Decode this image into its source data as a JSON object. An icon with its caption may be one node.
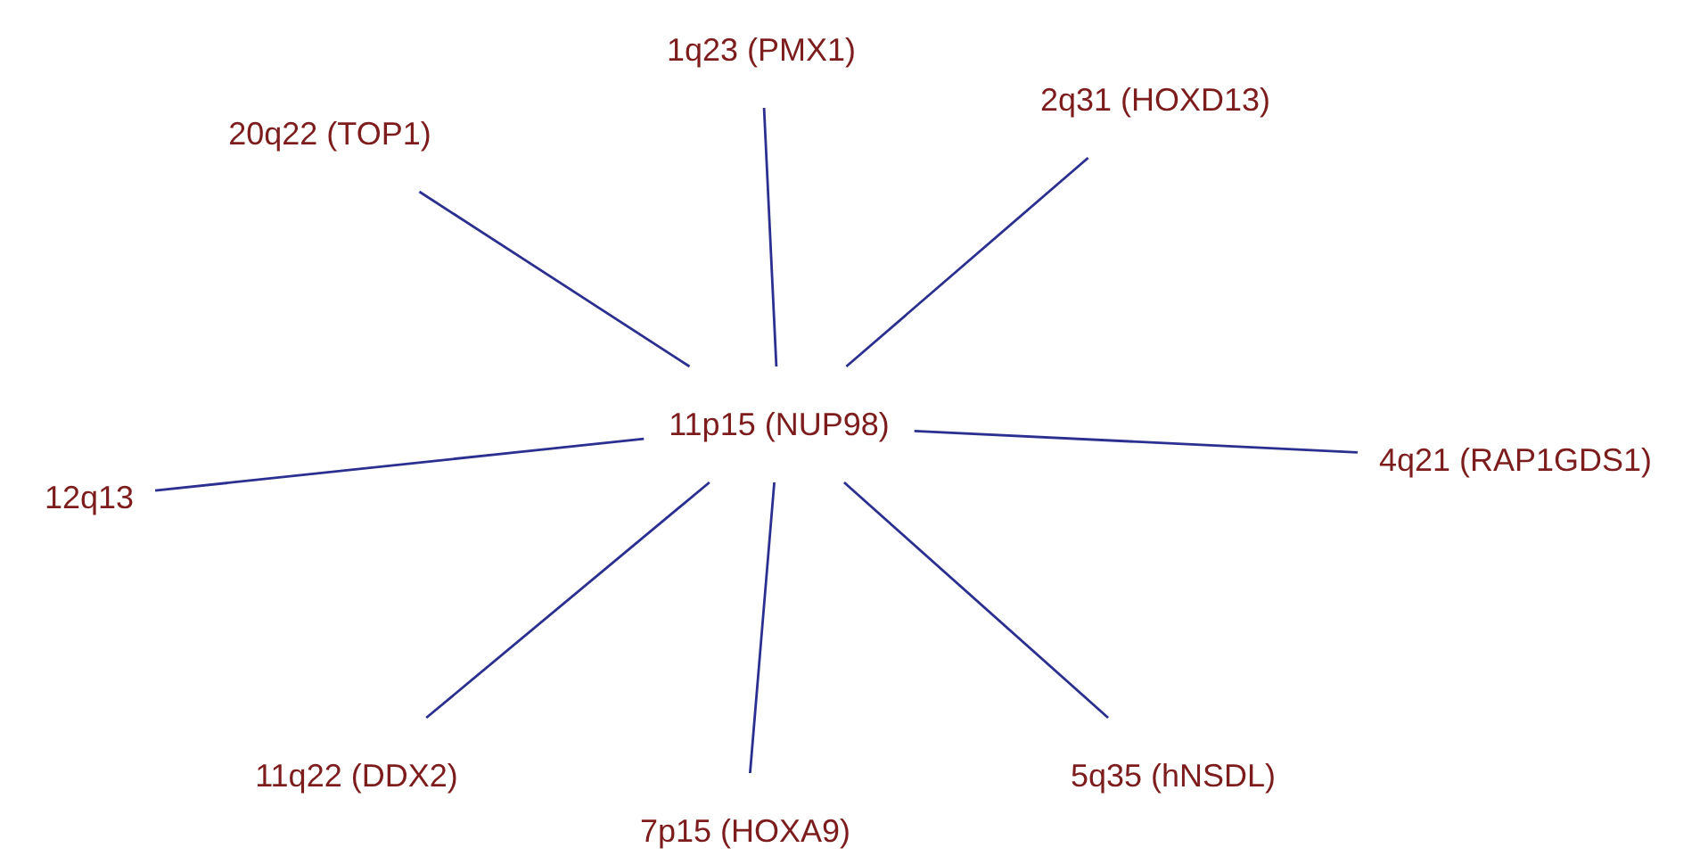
{
  "diagram": {
    "nodes": [
      {
        "text": [
          "1q23 (PMX1)"
        ]
      },
      {
        "text": [
          "2q31 (HOXD13)"
        ]
      },
      {
        "text": [
          "20q22 (TOP1)"
        ]
      },
      {
        "text": [
          "11p15 (NUP98)"
        ]
      },
      {
        "text": [
          "4q21 (RAP1GDS1)"
        ]
      },
      {
        "text": [
          "12q13"
        ]
      },
      {
        "text": [
          "11q22 (DDX2)"
        ]
      },
      {
        "text": [
          "5q35 (hNSDL)"
        ]
      },
      {
        "text": [
          "7p15 (HOXA9)"
        ]
      }
    ],
    "edges": [
      {
        "from": 3,
        "to": 0,
        "arrow": "none"
      },
      {
        "from": 3,
        "to": 1,
        "arrow": "none"
      },
      {
        "from": 3,
        "to": 2,
        "arrow": "none"
      },
      {
        "from": 3,
        "to": 4,
        "arrow": "none"
      },
      {
        "from": 3,
        "to": 5,
        "arrow": "none"
      },
      {
        "from": 3,
        "to": 6,
        "arrow": "none"
      },
      {
        "from": 3,
        "to": 7,
        "arrow": "none"
      },
      {
        "from": 3,
        "to": 8,
        "arrow": "none"
      }
    ]
  }
}
